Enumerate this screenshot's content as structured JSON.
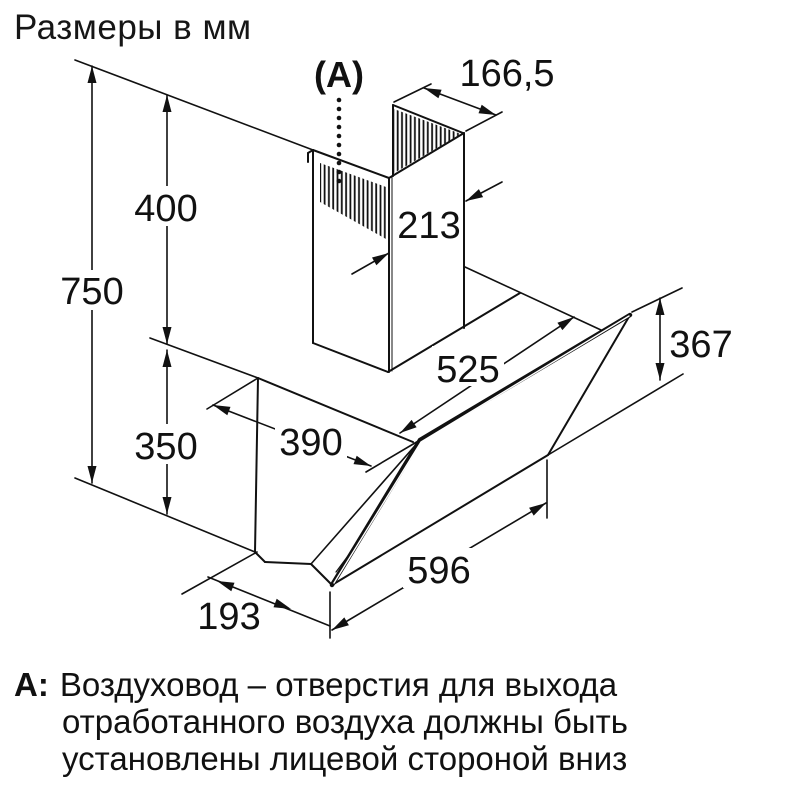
{
  "title": "Размеры в мм",
  "dimensions": {
    "total_height": "750",
    "flue_height": "400",
    "body_height": "350",
    "flue_top_width": "166,5",
    "flue_side_width": "213",
    "top_depth": "525",
    "front_panel_depth": "390",
    "glass_back_height": "367",
    "hood_width": "596",
    "bottom_depth": "193",
    "vent_marker": "(A)"
  },
  "note": {
    "prefix": "A:",
    "line1": "Воздуховод – отверстия для выхода",
    "line2": "отработанного воздуха должны быть",
    "line3": "установлены лицевой стороной вниз"
  },
  "colors": {
    "line": "#111111",
    "background": "#ffffff"
  }
}
